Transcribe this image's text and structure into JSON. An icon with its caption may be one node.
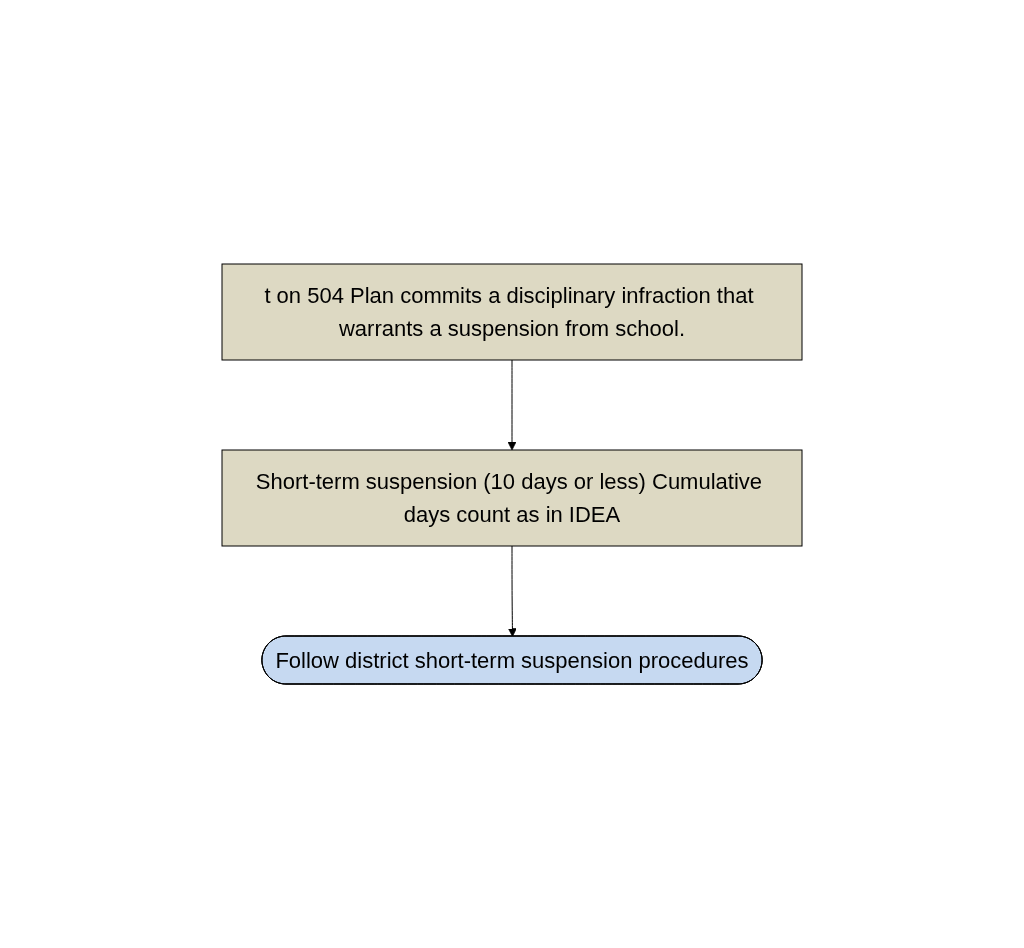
{
  "diagram": {
    "nodes": [
      {
        "text": [
          "t on 504 Plan commits a disciplinary infraction that warrants a suspension from school."
        ]
      },
      {
        "text": [
          "Short-term suspension (10 days or less) Cumulative days count as in IDEA"
        ]
      },
      {
        "text": [
          "Follow district short-term suspension procedures"
        ]
      }
    ],
    "edges": [
      {
        "from": 0,
        "to": 1,
        "arrow": "to"
      },
      {
        "from": 1,
        "to": 2,
        "arrow": "to"
      }
    ]
  }
}
